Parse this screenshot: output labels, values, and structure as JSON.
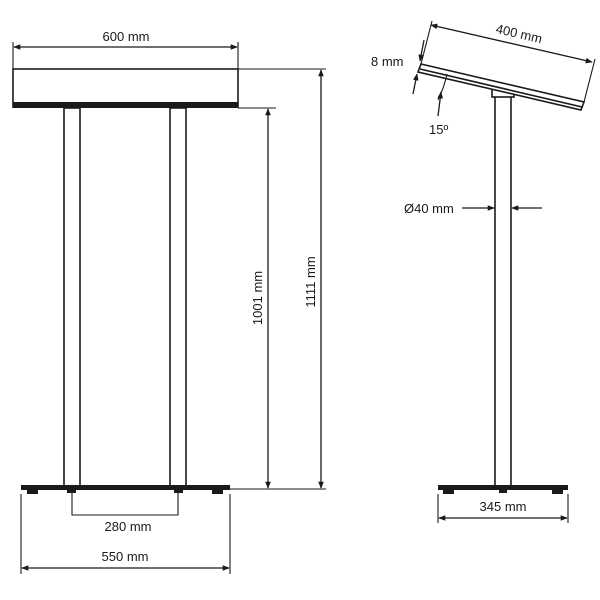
{
  "dimensions": {
    "top_width": "600 mm",
    "top_depth": "400 mm",
    "top_thickness": "8 mm",
    "tilt_angle": "15º",
    "pole_diameter": "Ø40 mm",
    "column_height": "1001 mm",
    "total_height": "1111 mm",
    "pole_spacing": "280 mm",
    "base_width": "550 mm",
    "base_depth": "345 mm"
  },
  "colors": {
    "line": "#1a1a1a",
    "background": "#ffffff"
  }
}
